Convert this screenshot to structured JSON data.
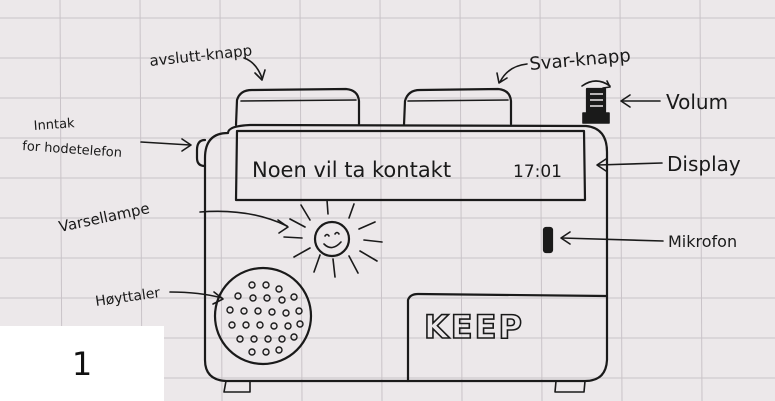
{
  "labels": {
    "end_button": "avslutt-knapp",
    "answer_button": "Svar-knapp",
    "volume": "Volum",
    "headset_jack_line1": "Inntak",
    "headset_jack_line2": "for hodetelefon",
    "display": "Display",
    "warning_lamp": "Varsellampe",
    "microphone": "Mikrofon",
    "speaker": "Høyttaler"
  },
  "device": {
    "screen_message": "Noen vil ta kontakt",
    "screen_time": "17:01",
    "brand": "KEEP"
  },
  "page_number": "1",
  "colors": {
    "paper": "#ece8ea",
    "ink": "#1a1a1a",
    "grid": "#c9c3c8"
  }
}
